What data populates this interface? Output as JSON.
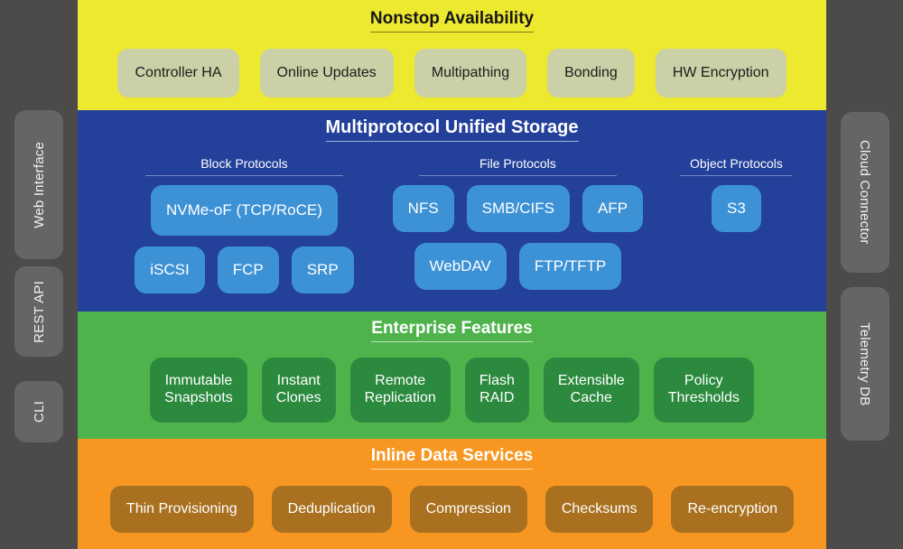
{
  "theme": {
    "page_background": "#4d4a4a",
    "rail_chip_background": "#666464",
    "availability_band": "#ece92e",
    "availability_chip": "#ccd0a7",
    "protocol_band": "#23409a",
    "protocol_chip": "#3d92d6",
    "enterprise_band": "#4fb34c",
    "enterprise_chip": "#2b8a3e",
    "inline_band": "#f79722",
    "inline_chip": "#a8701f"
  },
  "left_rail": {
    "items": [
      {
        "label": "Web Interface"
      },
      {
        "label": "REST API"
      },
      {
        "label": "CLI"
      }
    ]
  },
  "right_rail": {
    "items": [
      {
        "label": "Cloud Connector"
      },
      {
        "label": "Telemetry DB"
      }
    ]
  },
  "bands": [
    {
      "id": "availability",
      "title": "Nonstop Availability",
      "chips": [
        "Controller HA",
        "Online Updates",
        "Multipathing",
        "Bonding",
        "HW Encryption"
      ]
    },
    {
      "id": "protocols",
      "title": "Multiprotocol Unified Storage",
      "groups": [
        {
          "title": "Block Protocols",
          "row1": [
            "NVMe-oF (TCP/RoCE)"
          ],
          "row2": [
            "iSCSI",
            "FCP",
            "SRP"
          ]
        },
        {
          "title": "File Protocols",
          "row1": [
            "NFS",
            "SMB/CIFS",
            "AFP"
          ],
          "row2": [
            "WebDAV",
            "FTP/TFTP"
          ]
        },
        {
          "title": "Object Protocols",
          "row1": [
            "S3"
          ],
          "row2": []
        }
      ]
    },
    {
      "id": "enterprise",
      "title": "Enterprise Features",
      "chips": [
        "Immutable\nSnapshots",
        "Instant\nClones",
        "Remote\nReplication",
        "Flash\nRAID",
        "Extensible\nCache",
        "Policy\nThresholds"
      ]
    },
    {
      "id": "inline",
      "title": "Inline Data Services",
      "chips": [
        "Thin Provisioning",
        "Deduplication",
        "Compression",
        "Checksums",
        "Re-encryption"
      ]
    }
  ]
}
